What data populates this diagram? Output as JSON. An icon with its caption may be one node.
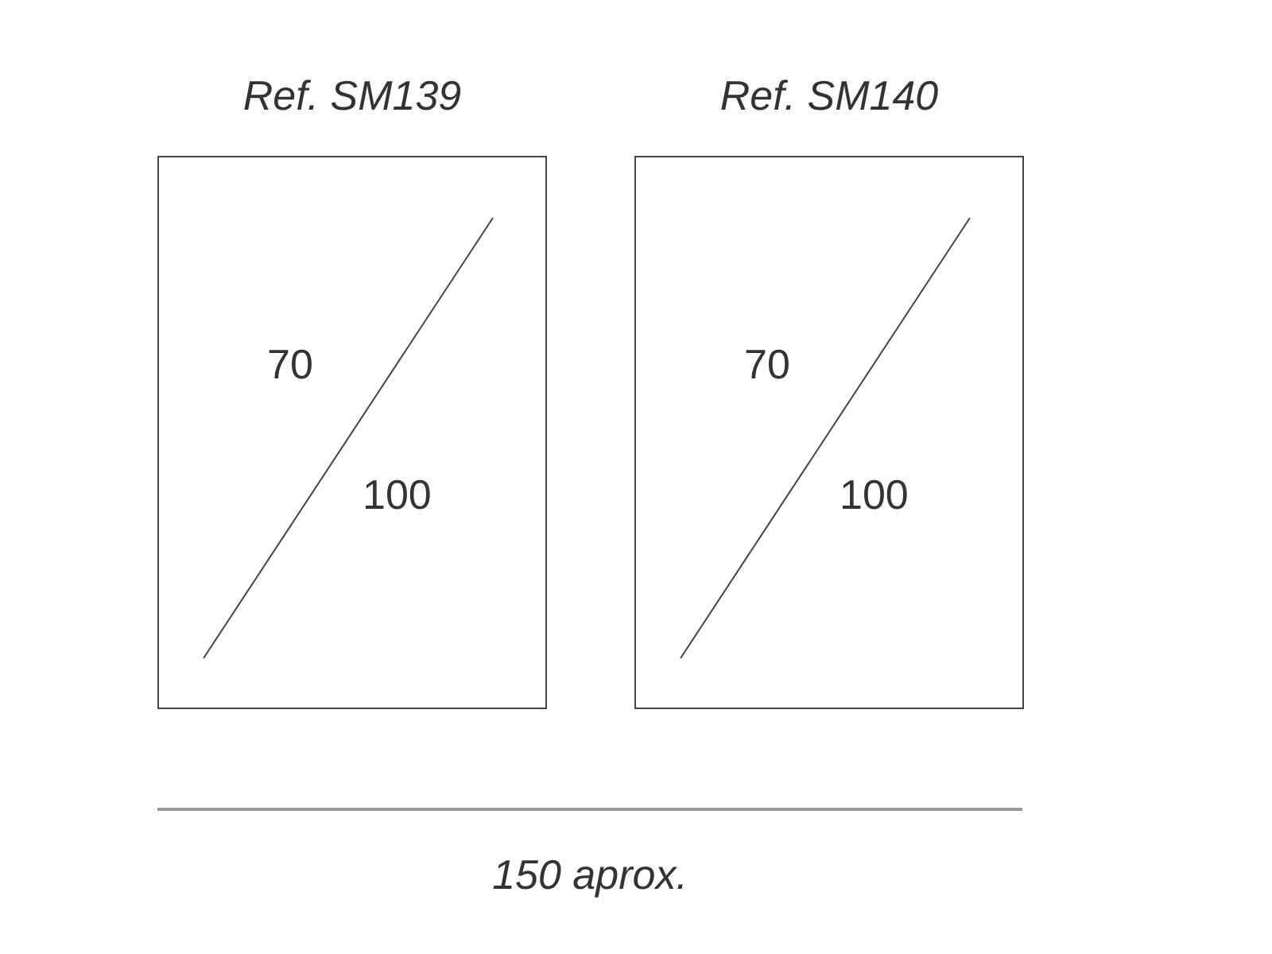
{
  "diagram": {
    "nodes": [
      {
        "text": [
          "Ref. SM139",
          "70",
          "100"
        ]
      },
      {
        "text": [
          "Ref. SM140",
          "70",
          "100"
        ]
      }
    ],
    "labels": [
      "150 aprox."
    ]
  }
}
